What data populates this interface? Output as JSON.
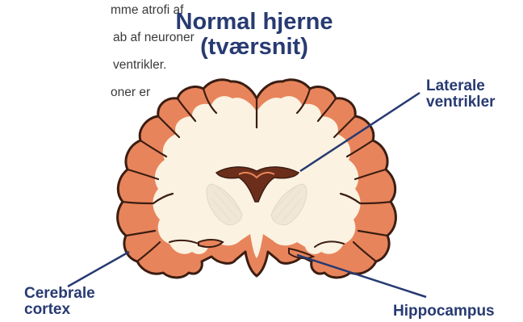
{
  "intro_text": {
    "lines": [
      "mme atrofi af",
      "ab af neuroner",
      "ventrikler.",
      "oner er"
    ]
  },
  "title": {
    "line1": "Normal hjerne",
    "line2": "(tværsnit)"
  },
  "labels": {
    "lateral_ventricles": {
      "line1": "Laterale",
      "line2": "ventrikler"
    },
    "cerebral_cortex": {
      "line1": "Cerebrale",
      "line2": "cortex"
    },
    "hippocampus": "Hippocampus"
  },
  "colors": {
    "title": "#273a72",
    "cortex": "#e8845b",
    "white_matter": "#fbf2e1",
    "outline": "#3b1d12",
    "ventricle": "#6b2e1a",
    "callout_line": "#273a72"
  }
}
